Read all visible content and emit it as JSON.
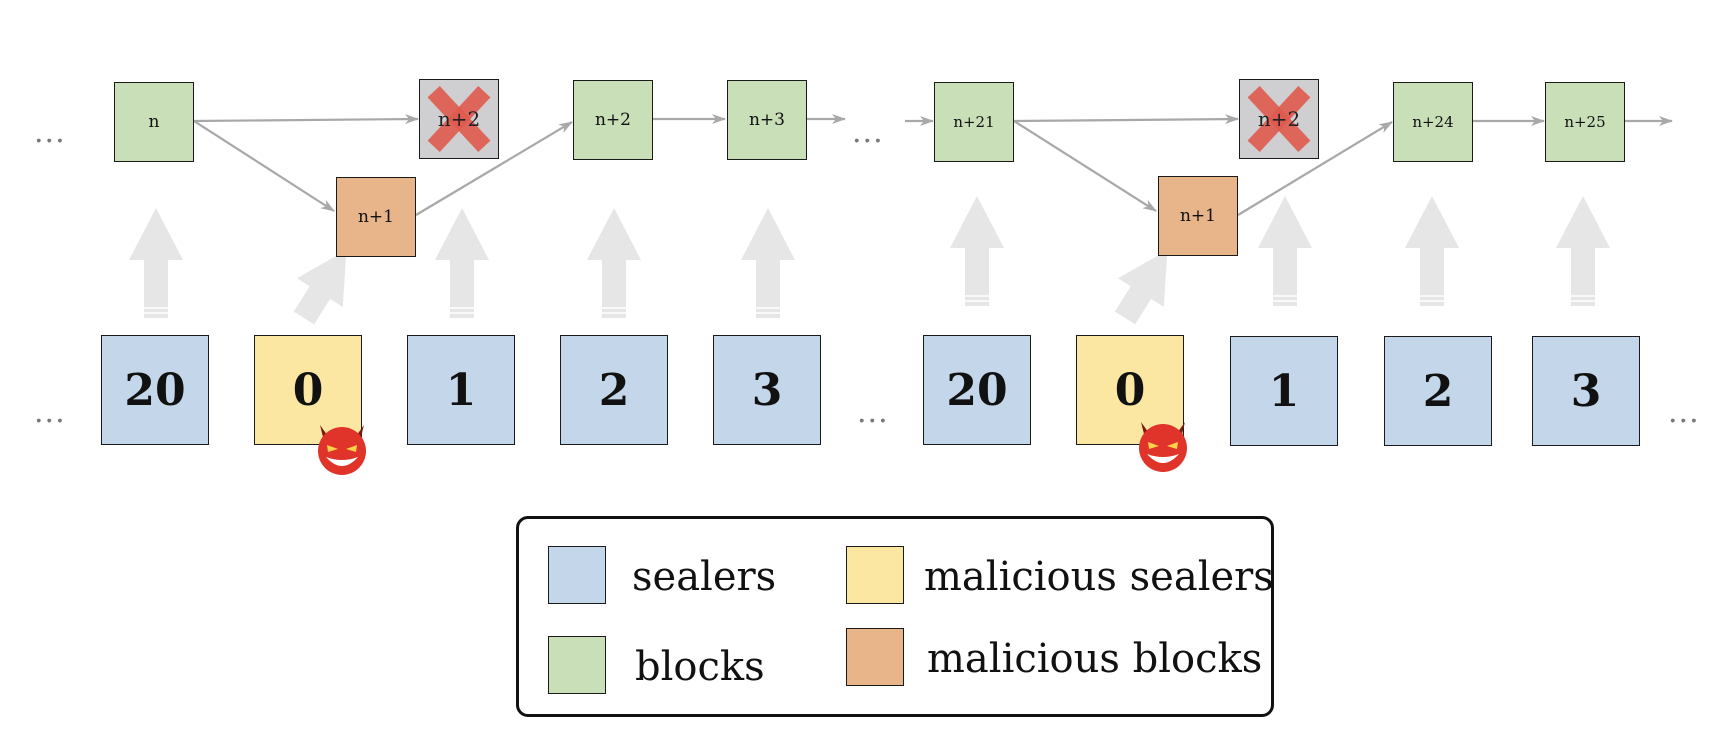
{
  "colors": {
    "sealer": "#c4d6ea",
    "malicious_sealer": "#fbe7a2",
    "block": "#c9dfb8",
    "malicious_block": "#e8b489",
    "orphan_block": "#cfcfd1",
    "cross": "#e05a4e",
    "arrow": "#a8a8a8",
    "sealer_arrow": "#e6e6e6",
    "devil": "#e0342a"
  },
  "ellipsis": "...",
  "left_chain": {
    "blocks": [
      "n",
      "n+2",
      "n+3"
    ],
    "orphan_block": "n+2",
    "malicious_block": "n+1"
  },
  "right_chain": {
    "blocks": [
      "n+21",
      "n+24",
      "n+25"
    ],
    "orphan_block": "n+2",
    "malicious_block": "n+1"
  },
  "sealers": {
    "left": [
      "20",
      "0",
      "1",
      "2",
      "3"
    ],
    "right": [
      "20",
      "0",
      "1",
      "2",
      "3"
    ]
  },
  "icons": [
    "devil-icon",
    "cross-icon",
    "arrow-icon"
  ],
  "legend": {
    "sealers": "sealers",
    "blocks": "blocks",
    "malicious_sealers": "malicious sealers",
    "malicious_blocks": "malicious blocks"
  }
}
